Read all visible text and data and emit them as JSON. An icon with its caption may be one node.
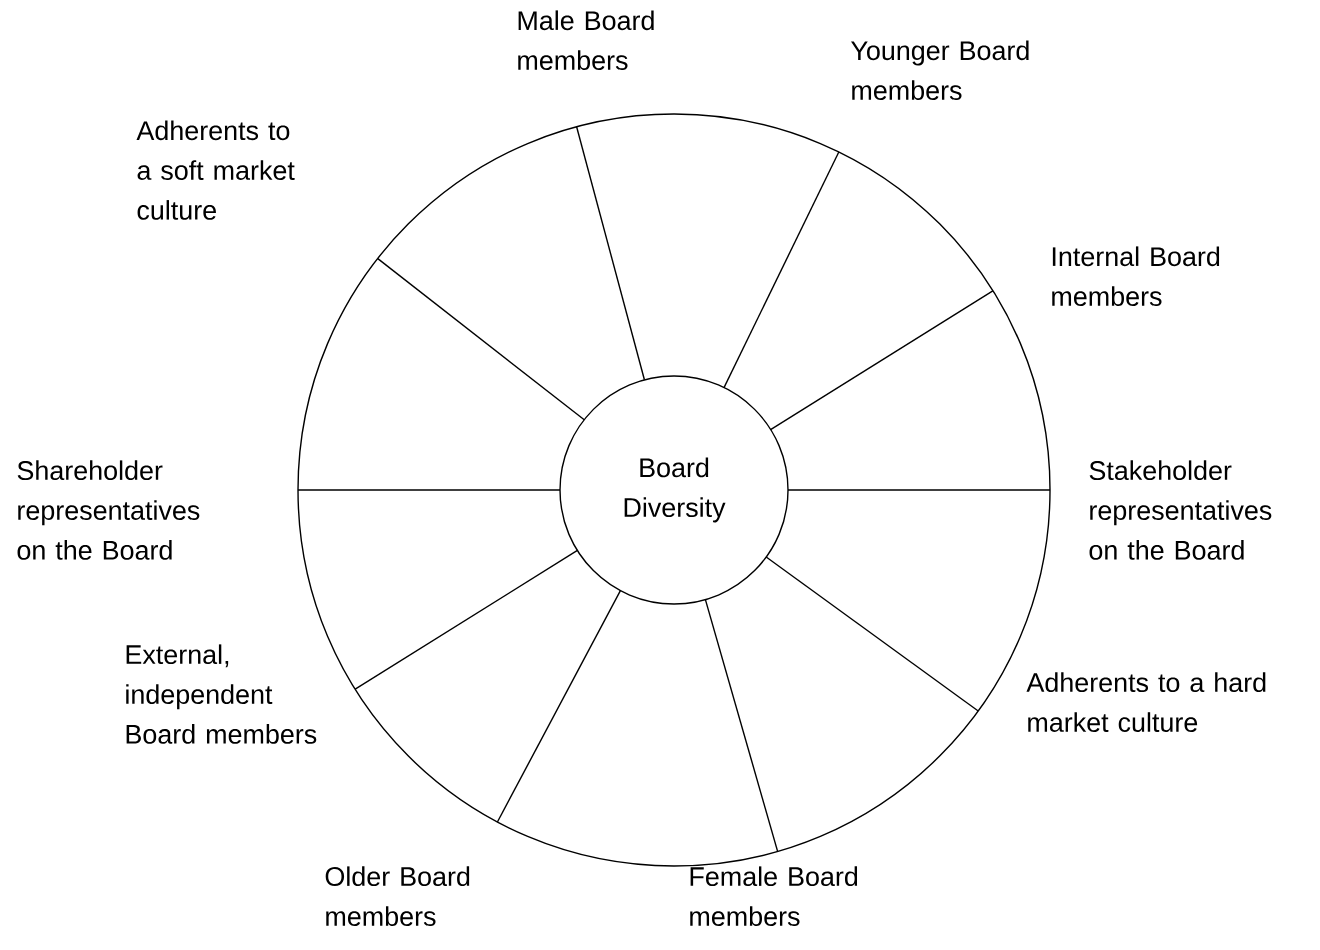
{
  "diagram": {
    "nodes": [
      {
        "text": [],
        "shape": "circle"
      },
      {
        "text": [
          "Board Diversity"
        ],
        "in": 0
      }
    ],
    "labels": [
      "Male Board members",
      "Younger Board members",
      "Adherents to a soft market culture",
      "Internal Board members",
      "Shareholder representatives on the Board",
      "Stakeholder representatives on the Board",
      "External, independent Board members",
      "Adherents to a hard market culture",
      "Older Board members",
      "Female Board members"
    ]
  }
}
